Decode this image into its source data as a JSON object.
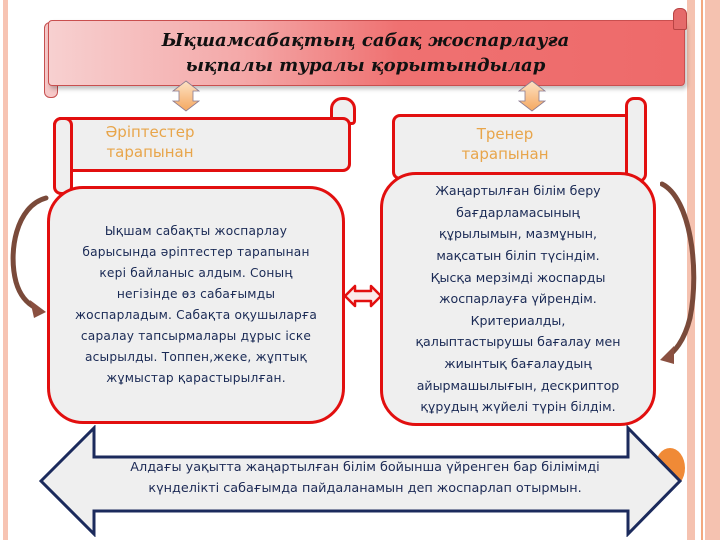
{
  "title": {
    "line1": "Ықшамсабақтың сабақ жоспарлауға",
    "line2": "ықпалы туралы қорытындылар"
  },
  "left_column": {
    "header_line1": "Әріптестер",
    "header_line2": "тарапынан",
    "body": "Ықшам сабақты жоспарлау\nбарысында әріптестер тарапынан\nкері байланыс алдым.  Соның\nнегізінде   өз  сабағымды\nжоспарладым. Сабақта оқушыларға\nсаралау  тапсырмалары дұрыс іске\nасырылды. Топпен,жеке, жұптық\nжұмыстар  қарастырылған."
  },
  "right_column": {
    "header_line1": "Тренер",
    "header_line2": "тарапынан",
    "body": "Жаңартылған білім беру\nбағдарламасының\nқұрылымын, мазмұнын,\nмақсатын біліп түсіндім.\nҚысқа мерзімді жоспарды\nжоспарлауға үйрендім.\nКритериалды,\nқалыптастырушы бағалау мен\nжиынтық бағалаудың\nайырмашылығын, дескриптор\nқұрудың жүйелі түрін білдім."
  },
  "conclusion": {
    "text": "Алдағы уақытта жаңартылған білім бойынша үйренген бар білімімді\nкүнделікті сабағымда пайдаланамын деп жоспарлап отырмын."
  },
  "colors": {
    "title_gradient_start": "#f7d0d0",
    "title_gradient_end": "#ee6a6a",
    "box_border": "#e20f0f",
    "box_fill": "#efefef",
    "header_text": "#e8a54a",
    "body_text": "#1a2a55",
    "banner_outline": "#1b2a5c",
    "curved_arrow": "#7a4a3a",
    "updown_arrow": "#f7b87a",
    "accent_dot": "#f08a36"
  },
  "icons": {
    "updown_arrow": "up-down-block-arrow",
    "double_arrow": "left-right-arrow",
    "curved_arrow": "curved-arrow"
  }
}
